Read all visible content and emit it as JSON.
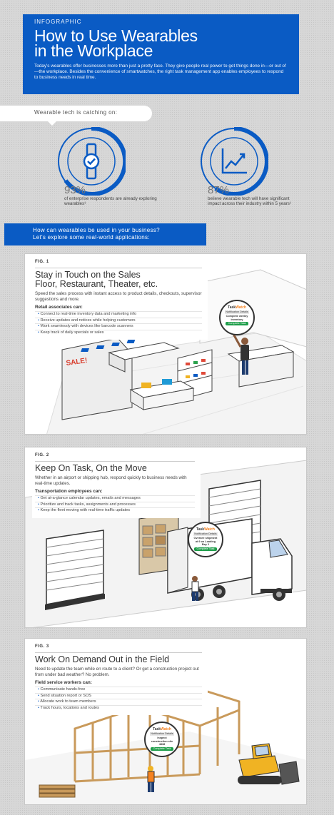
{
  "header": {
    "kicker": "INFOGRAPHIC",
    "title_line1": "How to Use Wearables",
    "title_line2": "in the Workplace",
    "intro": "Today's wearables offer businesses more than just a pretty face. They give people real power to get things done in—or out of—the workplace. Besides the convenience of smartwatches, the right task management app enables employees to respond to business needs in real time."
  },
  "catching_on": "Wearable tech is catching on:",
  "stats": [
    {
      "value": "93%",
      "desc": "of enterprise respondents are already exploring wearables¹",
      "icon": "smartwatch-icon"
    },
    {
      "value": "87%",
      "desc": "believe wearable tech will have significant impact across their industry within 5 years¹",
      "icon": "growth-chart-icon"
    }
  ],
  "banner": {
    "line1": "How can wearables be used in your business?",
    "line2": "Let's explore some real-world applications:"
  },
  "figures": [
    {
      "label": "FIG. 1",
      "title_line1": "Stay in Touch on the Sales",
      "title_line2": "Floor, Restaurant, Theater, etc.",
      "desc": "Speed the sales process with instant access to product details, checkouts, supervisor suggestions and more.",
      "subhead": "Retail associates can:",
      "items": [
        "Connect to real-time inventory data and marketing info",
        "Receive updates and notices while helping customers",
        "Work seamlessly with devices like barcode scanners",
        "Keep track of daily specials or sales"
      ],
      "sign": "SALE!",
      "watch": {
        "brand_a": "Task",
        "brand_b": "Watch",
        "notif": "Notification Details",
        "task": "Complete weekly inventory",
        "button": "Complete Task"
      }
    },
    {
      "label": "FIG. 2",
      "title_line1": "Keep On Task, On the Move",
      "title_line2": "",
      "desc": "Whether in an airport or shipping hub, respond quickly to business needs with real-time updates.",
      "subhead": "Transportation employees can:",
      "items": [
        "Get at-a-glance calendar updates, emails and messages",
        "Prioritize and track tasks, assignments and processes",
        "Keep the fleet moving with real-time traffic updates"
      ],
      "watch": {
        "brand_a": "Task",
        "brand_b": "Watch",
        "notif": "Notification Details",
        "task": "Oversee shipment at 9 on Loading Bay 2",
        "button": "Complete Task"
      }
    },
    {
      "label": "FIG. 3",
      "title_line1": "Work On Demand Out in the Field",
      "title_line2": "",
      "desc": "Need to update the team while en route to a client? Or get a construction project out from under bad weather? No problem.",
      "subhead": "Field service workers can:",
      "items": [
        "Communicate hands-free",
        "Send situation report or SOS",
        "Allocate work to team members",
        "Track hours, locations and routes"
      ],
      "watch": {
        "brand_a": "Task",
        "brand_b": "Watch",
        "notif": "Notification Details",
        "task": "Inspect construction site 4838",
        "button": "Complete Task"
      }
    }
  ],
  "colors": {
    "brand_blue": "#0a5bc4",
    "accent_orange": "#f58220",
    "success_green": "#1e9e4a",
    "background": "#d7d7d7"
  }
}
